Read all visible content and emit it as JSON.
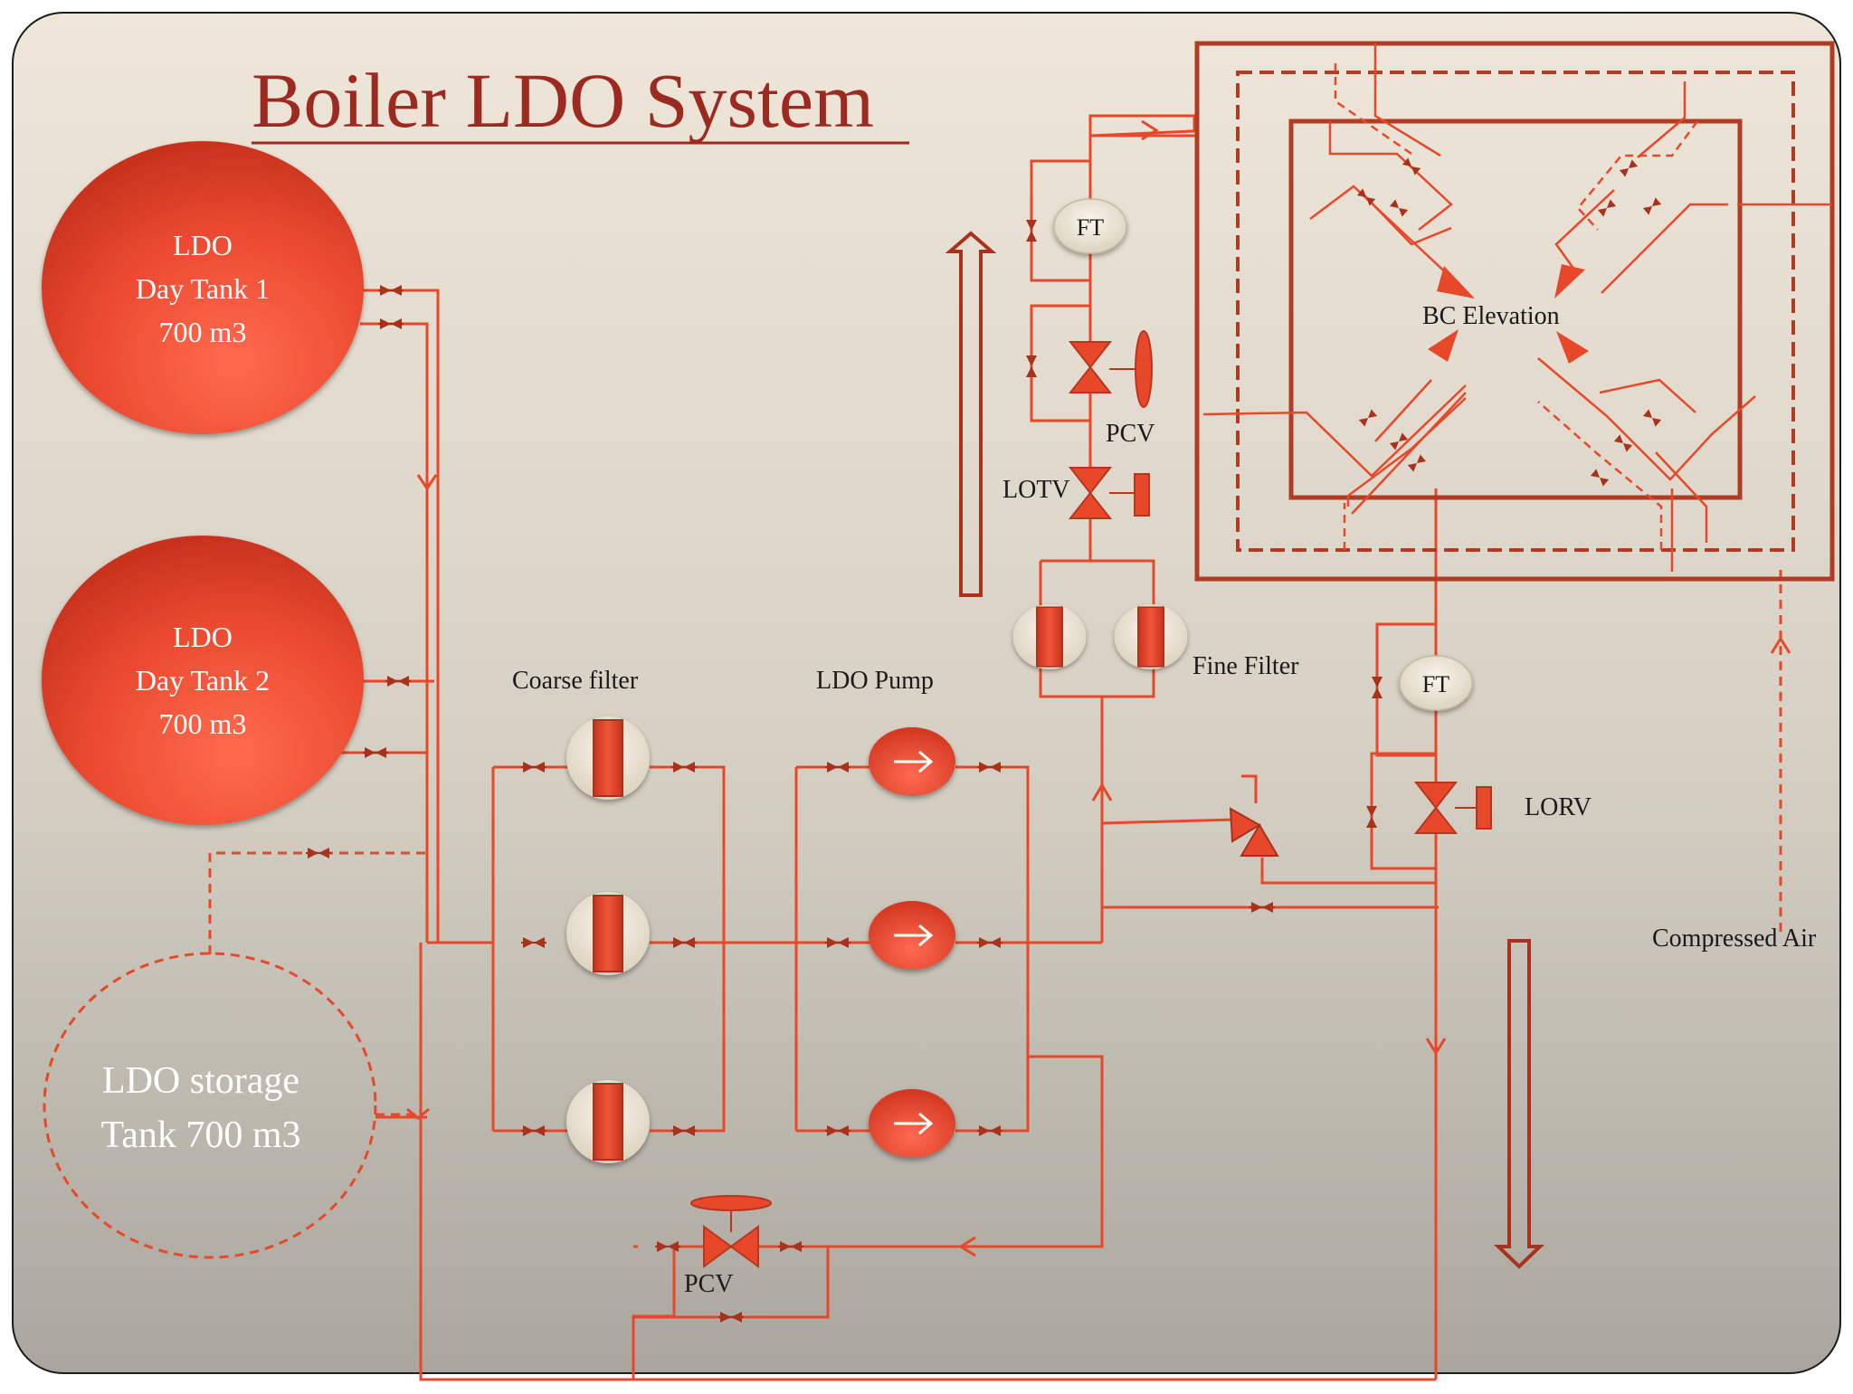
{
  "title": "Boiler LDO System",
  "tanks": {
    "day_tank_1": [
      "LDO",
      "Day Tank  1",
      "700 m3"
    ],
    "day_tank_2": [
      "LDO",
      "Day Tank  2",
      "700 m3"
    ],
    "storage_tank": [
      "LDO storage",
      "Tank 700 m3"
    ]
  },
  "labels": {
    "coarse_filter": "Coarse filter",
    "ldo_pump": "LDO Pump",
    "fine_filter": "Fine Filter",
    "ft_supply": "FT",
    "ft_return": "FT",
    "pcv_supply": "PCV",
    "pcv_recirc": "PCV",
    "lotv": "LOTV",
    "lorv": "LORV",
    "bc_elevation": "BC Elevation",
    "compressed_air": "Compressed Air"
  },
  "colors": {
    "pipe": "#e8482a",
    "valve_dark": "#a8321c",
    "frame": "#b03c24",
    "title": "#9c2a20"
  }
}
